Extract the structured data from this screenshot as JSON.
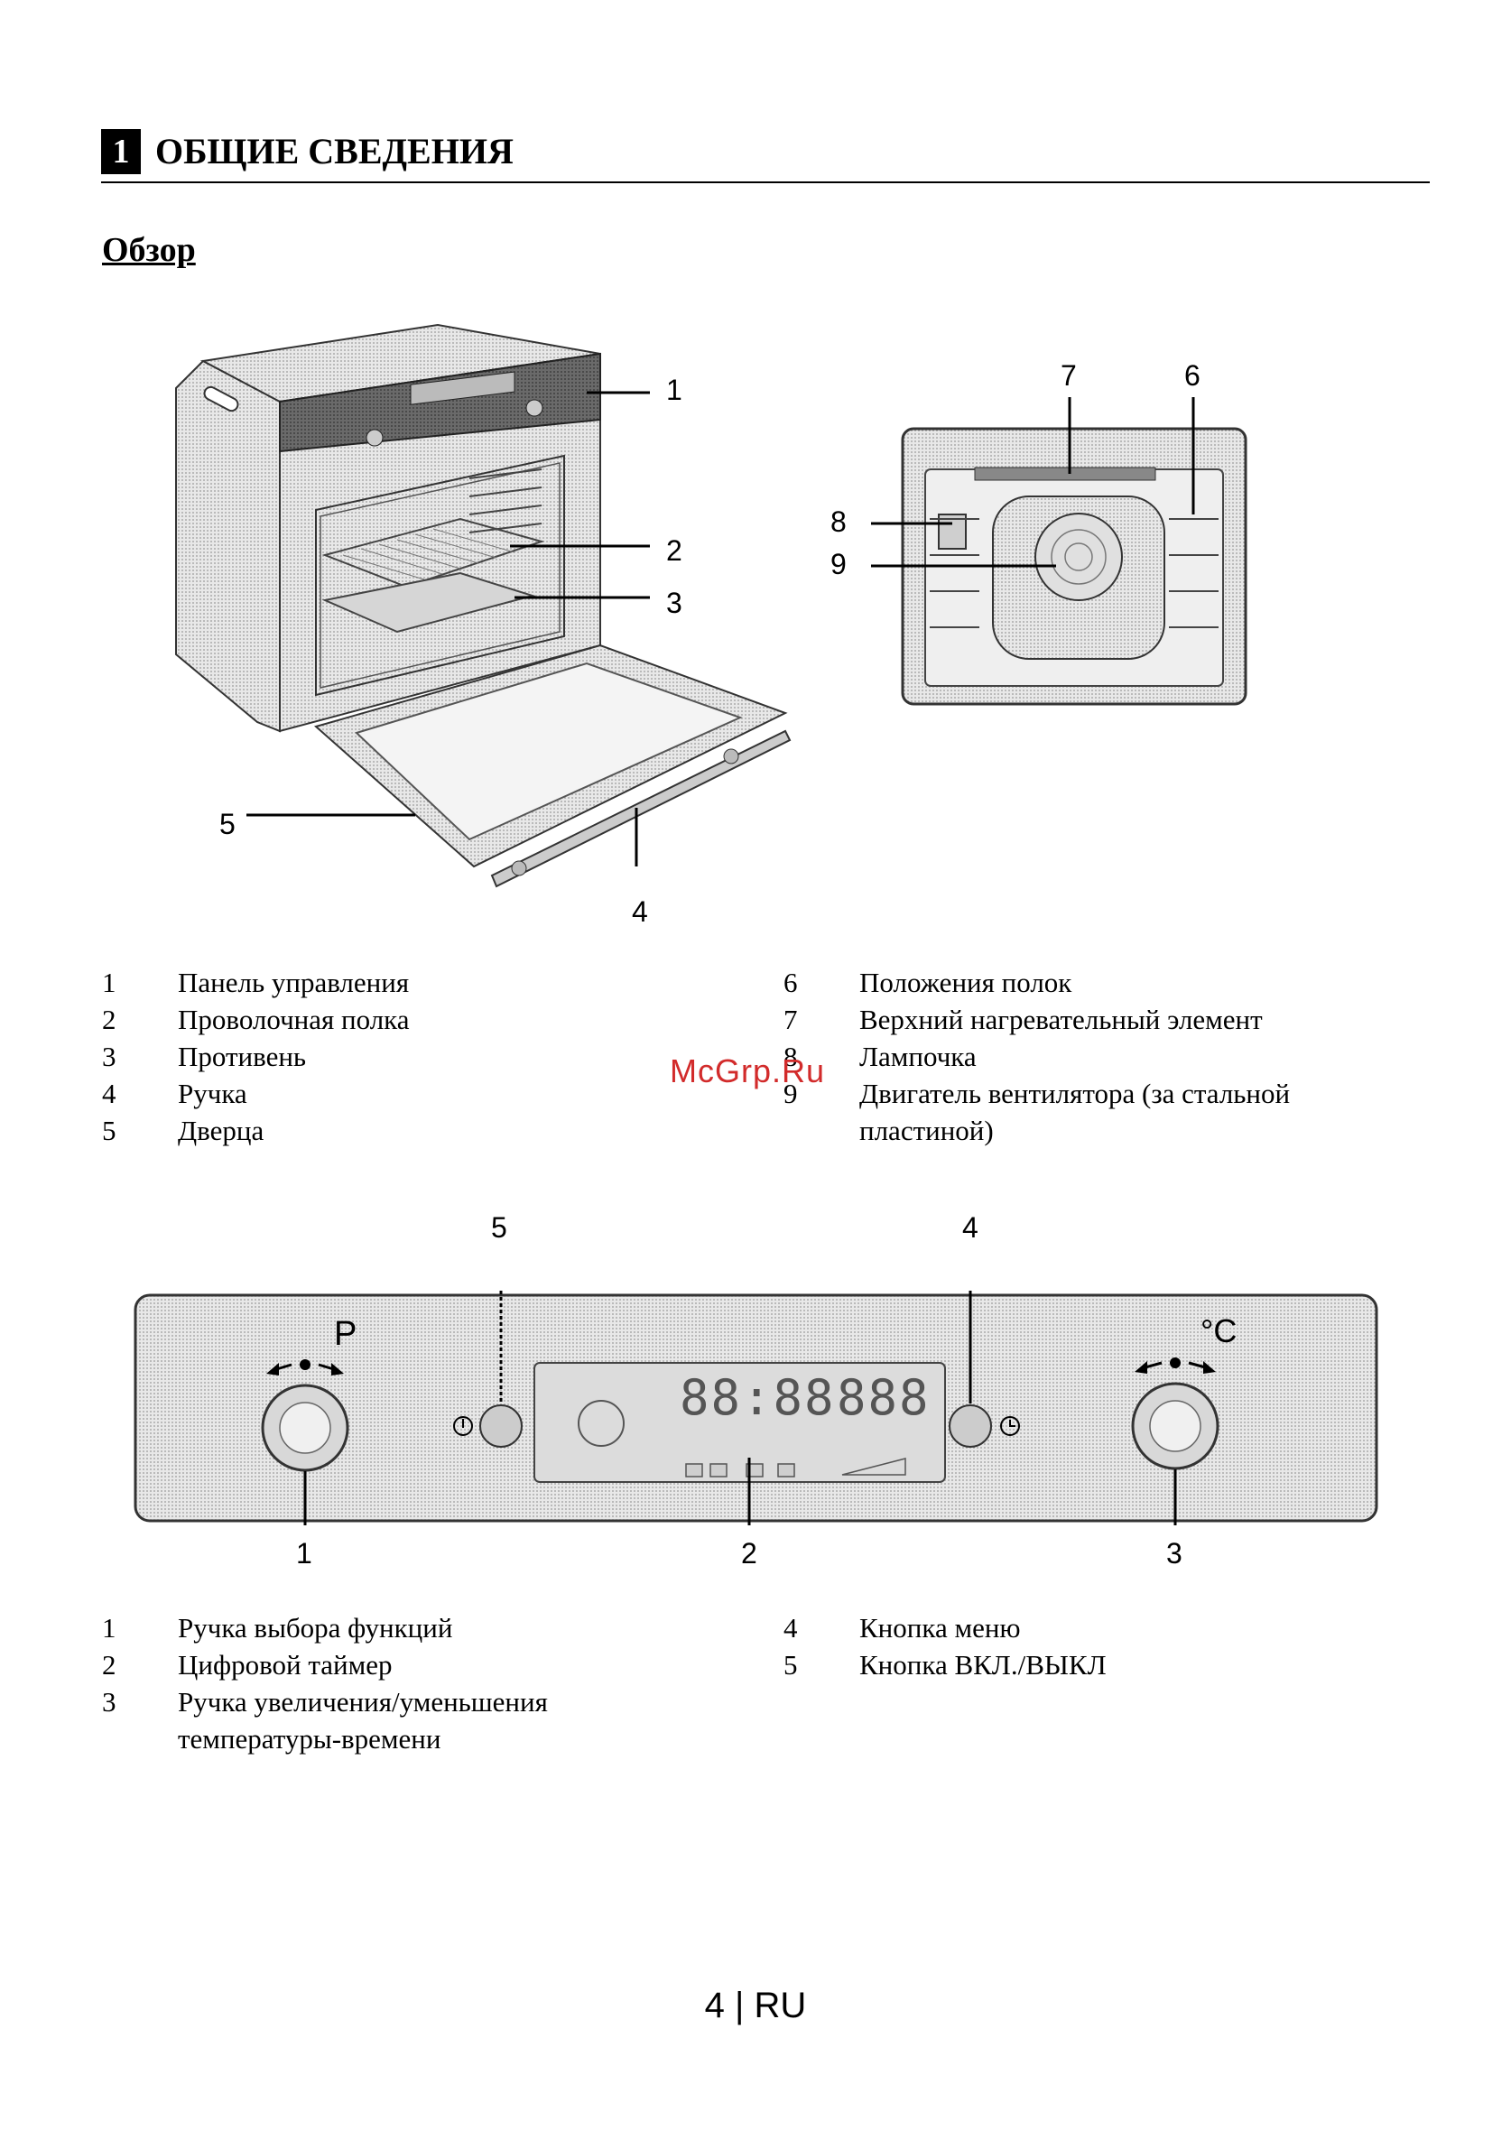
{
  "section": {
    "number": "1",
    "title": "ОБЩИЕ СВЕДЕНИЯ"
  },
  "subtitle": "Обзор",
  "figure1_callouts": [
    "1",
    "2",
    "3",
    "4",
    "5"
  ],
  "figure2_callouts": [
    "7",
    "6",
    "8",
    "9"
  ],
  "legend1": {
    "left": [
      {
        "num": "1",
        "text": "Панель управления"
      },
      {
        "num": "2",
        "text": "Проволочная полка"
      },
      {
        "num": "3",
        "text": "Противень"
      },
      {
        "num": "4",
        "text": "Ручка"
      },
      {
        "num": "5",
        "text": "Дверца"
      }
    ],
    "right": [
      {
        "num": "6",
        "text": "Положения полок"
      },
      {
        "num": "7",
        "text": "Верхний нагревательный элемент"
      },
      {
        "num": "8",
        "text": "Лампочка"
      },
      {
        "num": "9",
        "text": "Двигатель вентилятора (за стальной пластиной)"
      }
    ]
  },
  "panel": {
    "callouts": [
      "5",
      "4",
      "1",
      "2",
      "3"
    ],
    "knob_left_symbol": "P",
    "knob_right_symbol": "°C",
    "display_time": "88:88",
    "display_temp": "888"
  },
  "legend2": {
    "left": [
      {
        "num": "1",
        "text": "Ручка выбора функций"
      },
      {
        "num": "2",
        "text": "Цифровой таймер"
      },
      {
        "num": "3",
        "text": "Ручка увеличения/уменьшения температуры-времени"
      }
    ],
    "right": [
      {
        "num": "4",
        "text": "Кнопка меню"
      },
      {
        "num": "5",
        "text": "Кнопка ВКЛ./ВЫКЛ"
      }
    ]
  },
  "watermark": "McGrp.Ru",
  "footer": {
    "page": "4",
    "lang": "RU"
  }
}
